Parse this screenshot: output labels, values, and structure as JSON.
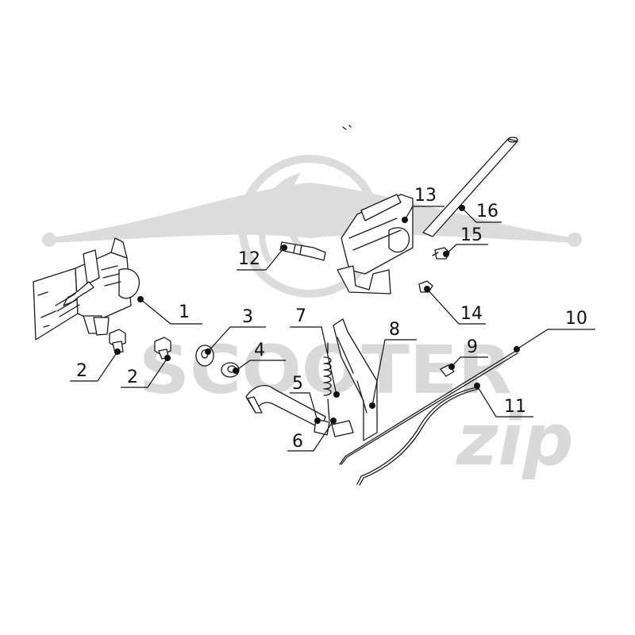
{
  "watermark": {
    "brand_word": "SCOOTER",
    "brand_script": "zip"
  },
  "callouts": [
    {
      "id": "c1",
      "label": "1"
    },
    {
      "id": "c2a",
      "label": "2"
    },
    {
      "id": "c2b",
      "label": "2"
    },
    {
      "id": "c3",
      "label": "3"
    },
    {
      "id": "c4",
      "label": "4"
    },
    {
      "id": "c5",
      "label": "5"
    },
    {
      "id": "c6",
      "label": "6"
    },
    {
      "id": "c7",
      "label": "7"
    },
    {
      "id": "c8",
      "label": "8"
    },
    {
      "id": "c9",
      "label": "9"
    },
    {
      "id": "c10",
      "label": "10"
    },
    {
      "id": "c11",
      "label": "11"
    },
    {
      "id": "c12",
      "label": "12"
    },
    {
      "id": "c13",
      "label": "13"
    },
    {
      "id": "c14",
      "label": "14"
    },
    {
      "id": "c15",
      "label": "15"
    },
    {
      "id": "c16",
      "label": "16"
    }
  ],
  "colors": {
    "line": "#111111",
    "watermark": "#dcdcdc",
    "background": "#ffffff"
  }
}
